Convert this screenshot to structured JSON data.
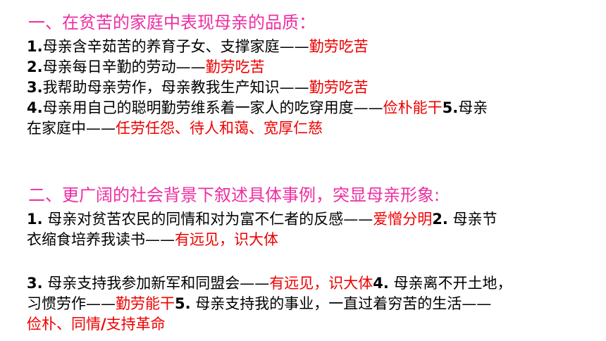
{
  "colors": {
    "heading": "#ee2ea2",
    "body": "#000000",
    "highlight": "#ee0000"
  },
  "section1": {
    "heading": "一、在贫苦的家庭中表现母亲的品质：",
    "item1": {
      "num": "1.",
      "text": "母亲含辛茹苦的养育子女、支撑家庭——",
      "tag": "勤劳吃苦"
    },
    "item2": {
      "num": "2.",
      "text": "母亲每日辛勤的劳动——",
      "tag": "勤劳吃苦"
    },
    "item3": {
      "num": "3.",
      "text": "我帮助母亲劳作，母亲教我生产知识——",
      "tag": "勤劳吃苦"
    },
    "item4": {
      "num": "4.",
      "text": "母亲用自己的聪明勤劳维系着一家人的吃穿用度——",
      "tag": "俭朴能干"
    },
    "item5": {
      "num": "5.",
      "text_a": "母亲",
      "text_b": "在家庭中——",
      "tag": "任劳任怨、待人和蔼、宽厚仁慈"
    }
  },
  "section2": {
    "heading": "二、更广阔的社会背景下叙述具体事例，突显母亲形象:",
    "item1": {
      "num": "1.",
      "text": " 母亲对贫苦农民的同情和对为富不仁者的反感——",
      "tag": "爱憎分明"
    },
    "item2": {
      "num": "2.",
      "text_a": " 母亲节",
      "text_b": "衣缩食培养我读书——",
      "tag": "有远见，识大体"
    },
    "item3": {
      "num": "3.",
      "text": " 母亲支持我参加新军和同盟会——",
      "tag": "有远见，识大体"
    },
    "item4": {
      "num": "4.",
      "text_a": " 母亲离不开土地，",
      "text_b": "习惯劳作——",
      "tag": "勤劳能干"
    },
    "item5": {
      "num": "5.",
      "text": " 母亲支持我的事业，一直过着穷苦的生活——",
      "tag_a": "俭朴、同情",
      "tag_sep": "/",
      "tag_b": "支持革命"
    }
  }
}
